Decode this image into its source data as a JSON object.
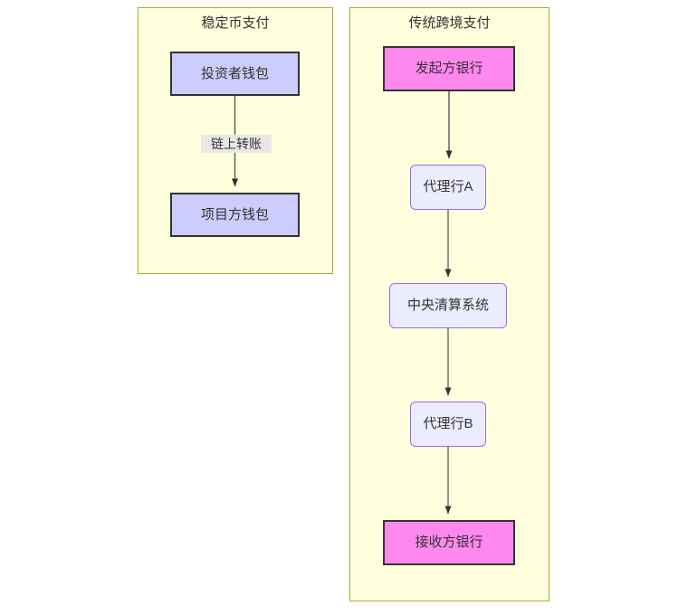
{
  "diagram": {
    "type": "flowchart",
    "direction": "top-down",
    "background_color": "#ffffff",
    "clusters": [
      {
        "id": "stablecoin",
        "title": "稳定币支付",
        "fill_color": "#ffffde",
        "border_color": "#aaaa33"
      },
      {
        "id": "traditional",
        "title": "传统跨境支付",
        "fill_color": "#ffffde",
        "border_color": "#aaaa33"
      }
    ],
    "nodes": [
      {
        "id": "investor-wallet",
        "label": "投资者钱包",
        "cluster": "stablecoin",
        "style": "wallet",
        "fill_color": "#ccccff",
        "border_color": "#333333",
        "shape": "rect"
      },
      {
        "id": "project-wallet",
        "label": "项目方钱包",
        "cluster": "stablecoin",
        "style": "wallet",
        "fill_color": "#ccccff",
        "border_color": "#333333",
        "shape": "rect"
      },
      {
        "id": "origin-bank",
        "label": "发起方银行",
        "cluster": "traditional",
        "style": "bank",
        "fill_color": "#ff88ee",
        "border_color": "#333333",
        "shape": "rect"
      },
      {
        "id": "corr-bank-a",
        "label": "代理行A",
        "cluster": "traditional",
        "style": "default",
        "fill_color": "#ececff",
        "border_color": "#9370db",
        "shape": "rounded-rect"
      },
      {
        "id": "clearing",
        "label": "中央清算系统",
        "cluster": "traditional",
        "style": "default",
        "fill_color": "#ececff",
        "border_color": "#9370db",
        "shape": "rounded-rect"
      },
      {
        "id": "corr-bank-b",
        "label": "代理行B",
        "cluster": "traditional",
        "style": "default",
        "fill_color": "#ececff",
        "border_color": "#9370db",
        "shape": "rounded-rect"
      },
      {
        "id": "receiver-bank",
        "label": "接收方银行",
        "cluster": "traditional",
        "style": "bank",
        "fill_color": "#ff88ee",
        "border_color": "#333333",
        "shape": "rect"
      }
    ],
    "edges": [
      {
        "id": "onchain-transfer",
        "from": "investor-wallet",
        "to": "project-wallet",
        "label": "链上转账",
        "label_background": "#e8e8e8",
        "arrow": "end"
      },
      {
        "id": "e-origin-a",
        "from": "origin-bank",
        "to": "corr-bank-a",
        "label": "",
        "arrow": "end"
      },
      {
        "id": "e-a-clearing",
        "from": "corr-bank-a",
        "to": "clearing",
        "label": "",
        "arrow": "end"
      },
      {
        "id": "e-clearing-b",
        "from": "clearing",
        "to": "corr-bank-b",
        "label": "",
        "arrow": "end"
      },
      {
        "id": "e-b-receiver",
        "from": "corr-bank-b",
        "to": "receiver-bank",
        "label": "",
        "arrow": "end"
      }
    ],
    "edge_color": "#666666"
  }
}
